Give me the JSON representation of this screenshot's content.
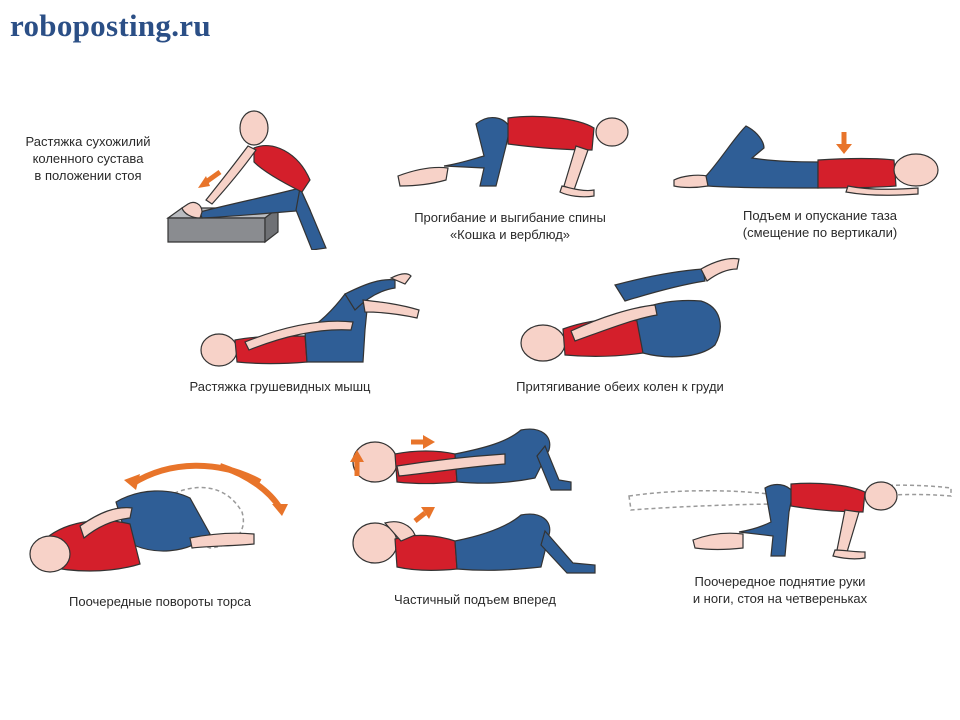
{
  "watermark": "roboposting.ru",
  "colors": {
    "shirt": "#d41f2b",
    "jeans": "#2f5e96",
    "skin": "#f7d2c8",
    "outline": "#333333",
    "arrow": "#e8742a",
    "ghost": "#9a9a9a",
    "box": "#8a8c90"
  },
  "exercises": [
    {
      "id": "knee-tendon-stretch",
      "lines": [
        "Растяжка сухожилий",
        "коленного сустава",
        "в положении стоя"
      ]
    },
    {
      "id": "cat-camel",
      "lines": [
        "Прогибание и выгибание спины",
        "«Кошка и верблюд»"
      ]
    },
    {
      "id": "pelvis-raise",
      "lines": [
        "Подъем и опускание таза",
        "(смещение по вертикали)"
      ]
    },
    {
      "id": "piriformis-stretch",
      "lines": [
        "Растяжка грушевидных мышц"
      ]
    },
    {
      "id": "knees-to-chest",
      "lines": [
        "Притягивание обеих колен к груди"
      ]
    },
    {
      "id": "torso-rotation",
      "lines": [
        "Поочередные повороты торса"
      ]
    },
    {
      "id": "partial-crunch",
      "lines": [
        "Частичный подъем вперед"
      ]
    },
    {
      "id": "bird-dog",
      "lines": [
        "Поочередное поднятие руки",
        "и ноги, стоя на четвереньках"
      ]
    }
  ]
}
